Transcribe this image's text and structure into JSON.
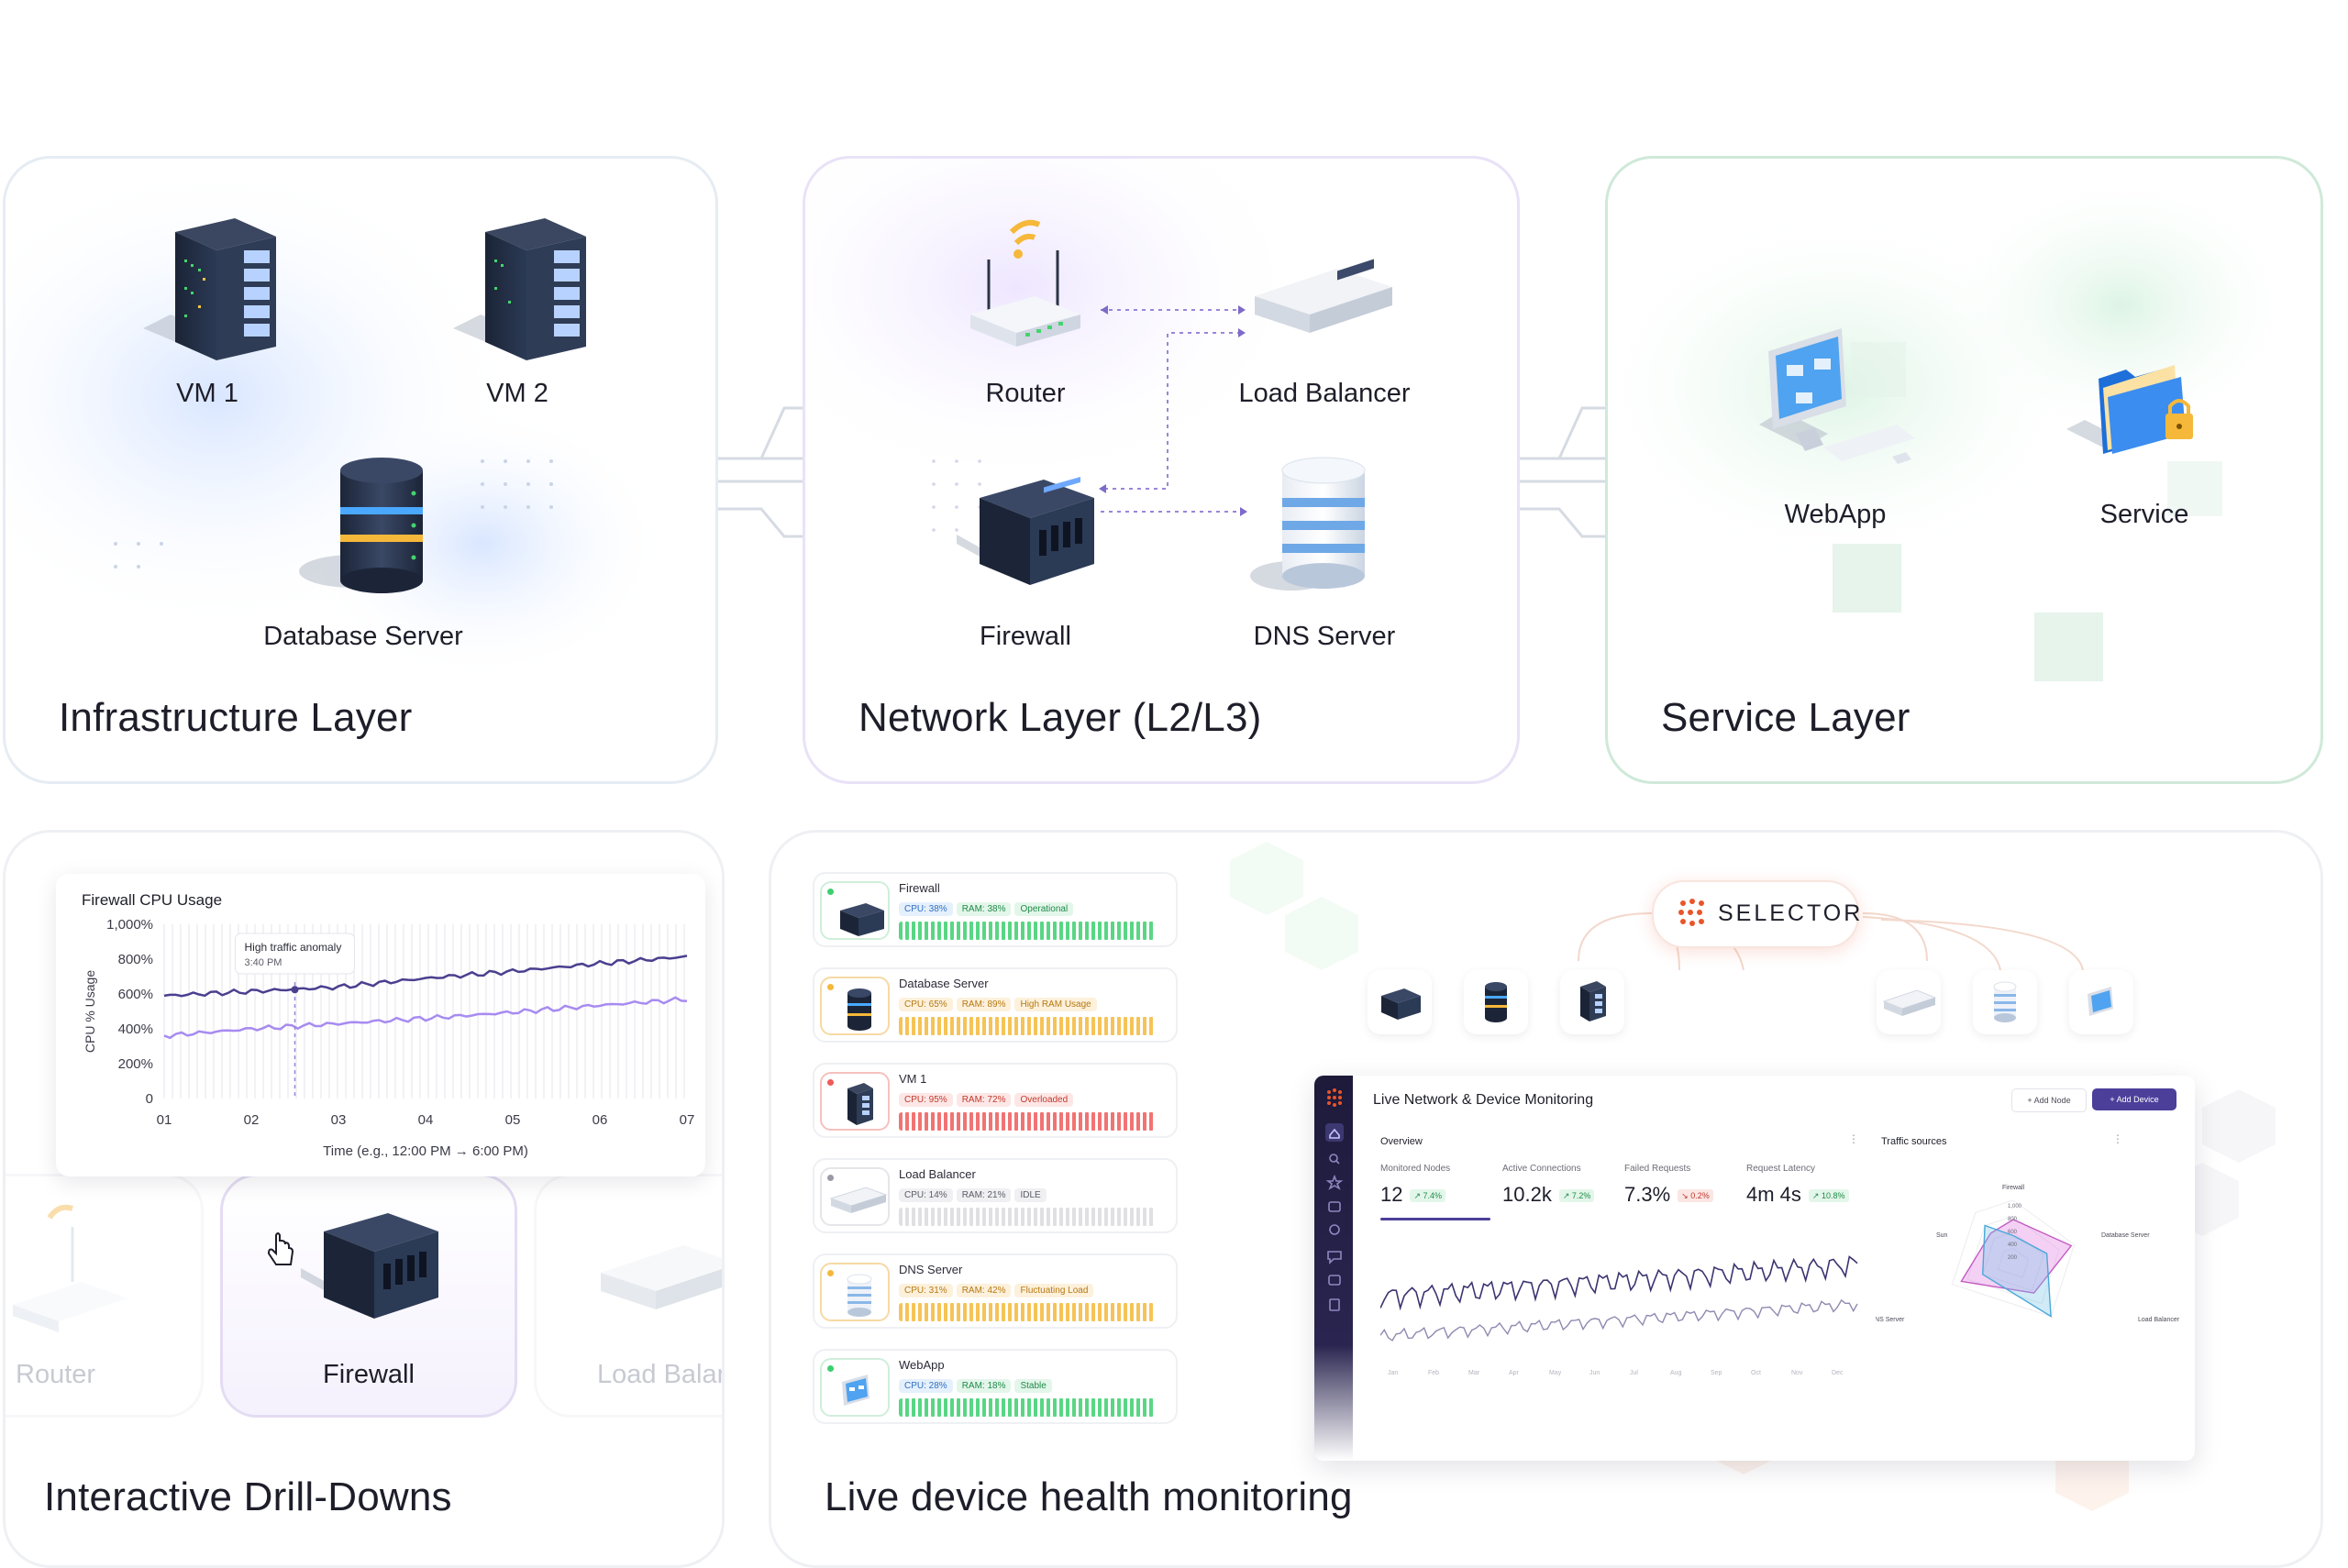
{
  "infrastructure": {
    "title": "Infrastructure Layer",
    "devices": [
      "VM 1",
      "VM 2",
      "Database Server"
    ]
  },
  "network": {
    "title": "Network Layer (L2/L3)",
    "devices": [
      "Router",
      "Load Balancer",
      "Firewall",
      "DNS Server"
    ]
  },
  "service": {
    "title": "Service Layer",
    "devices": [
      "WebApp",
      "Service"
    ]
  },
  "drilldown": {
    "title": "Interactive Drill-Downs",
    "carousel": [
      "Router",
      "Firewall",
      "Load Balan"
    ]
  },
  "health": {
    "title": "Live device health monitoring",
    "brand": "SELECTOR",
    "devices": [
      {
        "name": "Firewall",
        "stats": [
          "CPU: 38%",
          "RAM: 38%"
        ],
        "status": "Operational",
        "tone": "green"
      },
      {
        "name": "Database Server",
        "stats": [
          "CPU: 65%",
          "RAM: 89%"
        ],
        "status": "High RAM Usage",
        "tone": "amber"
      },
      {
        "name": "VM 1",
        "stats": [
          "CPU: 95%",
          "RAM: 72%"
        ],
        "status": "Overloaded",
        "tone": "red"
      },
      {
        "name": "Load Balancer",
        "stats": [
          "CPU: 14%",
          "RAM: 21%"
        ],
        "status": "IDLE",
        "tone": "gray"
      },
      {
        "name": "DNS Server",
        "stats": [
          "CPU: 31%",
          "RAM: 42%"
        ],
        "status": "Fluctuating Load",
        "tone": "amber"
      },
      {
        "name": "WebApp",
        "stats": [
          "CPU: 28%",
          "RAM: 18%"
        ],
        "status": "Stable",
        "tone": "green"
      }
    ]
  },
  "dashboard": {
    "title": "Live Network & Device Monitoring",
    "add_node": "Add Node",
    "add_device": "Add Device",
    "overview_label": "Overview",
    "traffic_label": "Traffic sources",
    "kpis": [
      {
        "label": "Monitored Nodes",
        "value": "12",
        "delta": "7.4%",
        "neg": false
      },
      {
        "label": "Active Connections",
        "value": "10.2k",
        "delta": "7.2%",
        "neg": false
      },
      {
        "label": "Failed Requests",
        "value": "7.3%",
        "delta": "0.2%",
        "neg": true
      },
      {
        "label": "Request Latency",
        "value": "4m 4s",
        "delta": "10.8%",
        "neg": false
      }
    ],
    "months": [
      "Jan",
      "Feb",
      "Mar",
      "Apr",
      "May",
      "Jun",
      "Jul",
      "Aug",
      "Sep",
      "Oct",
      "Nov",
      "Dec"
    ],
    "radar_axes": [
      "Firewall",
      "Database Server",
      "Load Balancer",
      "DNS Server",
      "Sun"
    ],
    "radar_ticks": [
      "1,000",
      "800",
      "600",
      "400",
      "200"
    ]
  },
  "colors": {
    "accent_purple": "#4b3f9a",
    "series_dark": "#4a3f8f",
    "series_light": "#a78bf0",
    "ok_green": "#3ccf6e",
    "warn_amber": "#f5b83a",
    "crit_red": "#ef5b5b",
    "idle_gray": "#d8d8dc",
    "brand_orange": "#e8552b"
  },
  "chart_data": {
    "type": "line",
    "title": "Firewall CPU Usage",
    "xlabel": "Time (e.g., 12:00 PM → 6:00 PM)",
    "ylabel": "CPU % Usage",
    "x": [
      "01",
      "02",
      "03",
      "04",
      "05",
      "06",
      "07"
    ],
    "y_ticks": [
      "0",
      "200%",
      "400%",
      "600%",
      "800%",
      "1,000%"
    ],
    "ylim": [
      0,
      1000
    ],
    "series": [
      {
        "name": "",
        "values": [
          590,
          615,
          640,
          690,
          730,
          775,
          815
        ],
        "color": "#4a3f8f"
      },
      {
        "name": "",
        "values": [
          360,
          400,
          430,
          460,
          495,
          535,
          570
        ],
        "color": "#a78bf0"
      }
    ],
    "annotation": {
      "text": "High traffic anomaly",
      "time": "3:40 PM",
      "x_index": 1.5
    },
    "grid": true
  }
}
